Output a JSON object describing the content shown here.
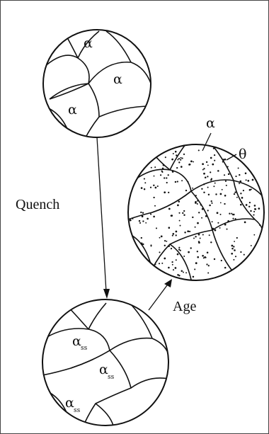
{
  "labels": {
    "alpha": "α",
    "theta": "θ",
    "ss": "ss",
    "quench": "Quench",
    "age": "Age"
  },
  "colors": {
    "ink": "#111111",
    "background": "#ffffff"
  }
}
